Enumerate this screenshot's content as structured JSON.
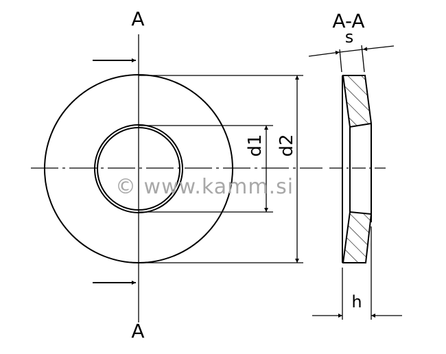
{
  "drawing": {
    "section_mark_top": "A",
    "section_mark_bottom": "A",
    "section_title": "A-A",
    "dimensions": {
      "inner_diameter": "d1",
      "outer_diameter": "d2",
      "thickness": "s",
      "height": "h"
    },
    "watermark": "© www.kamm.si"
  }
}
